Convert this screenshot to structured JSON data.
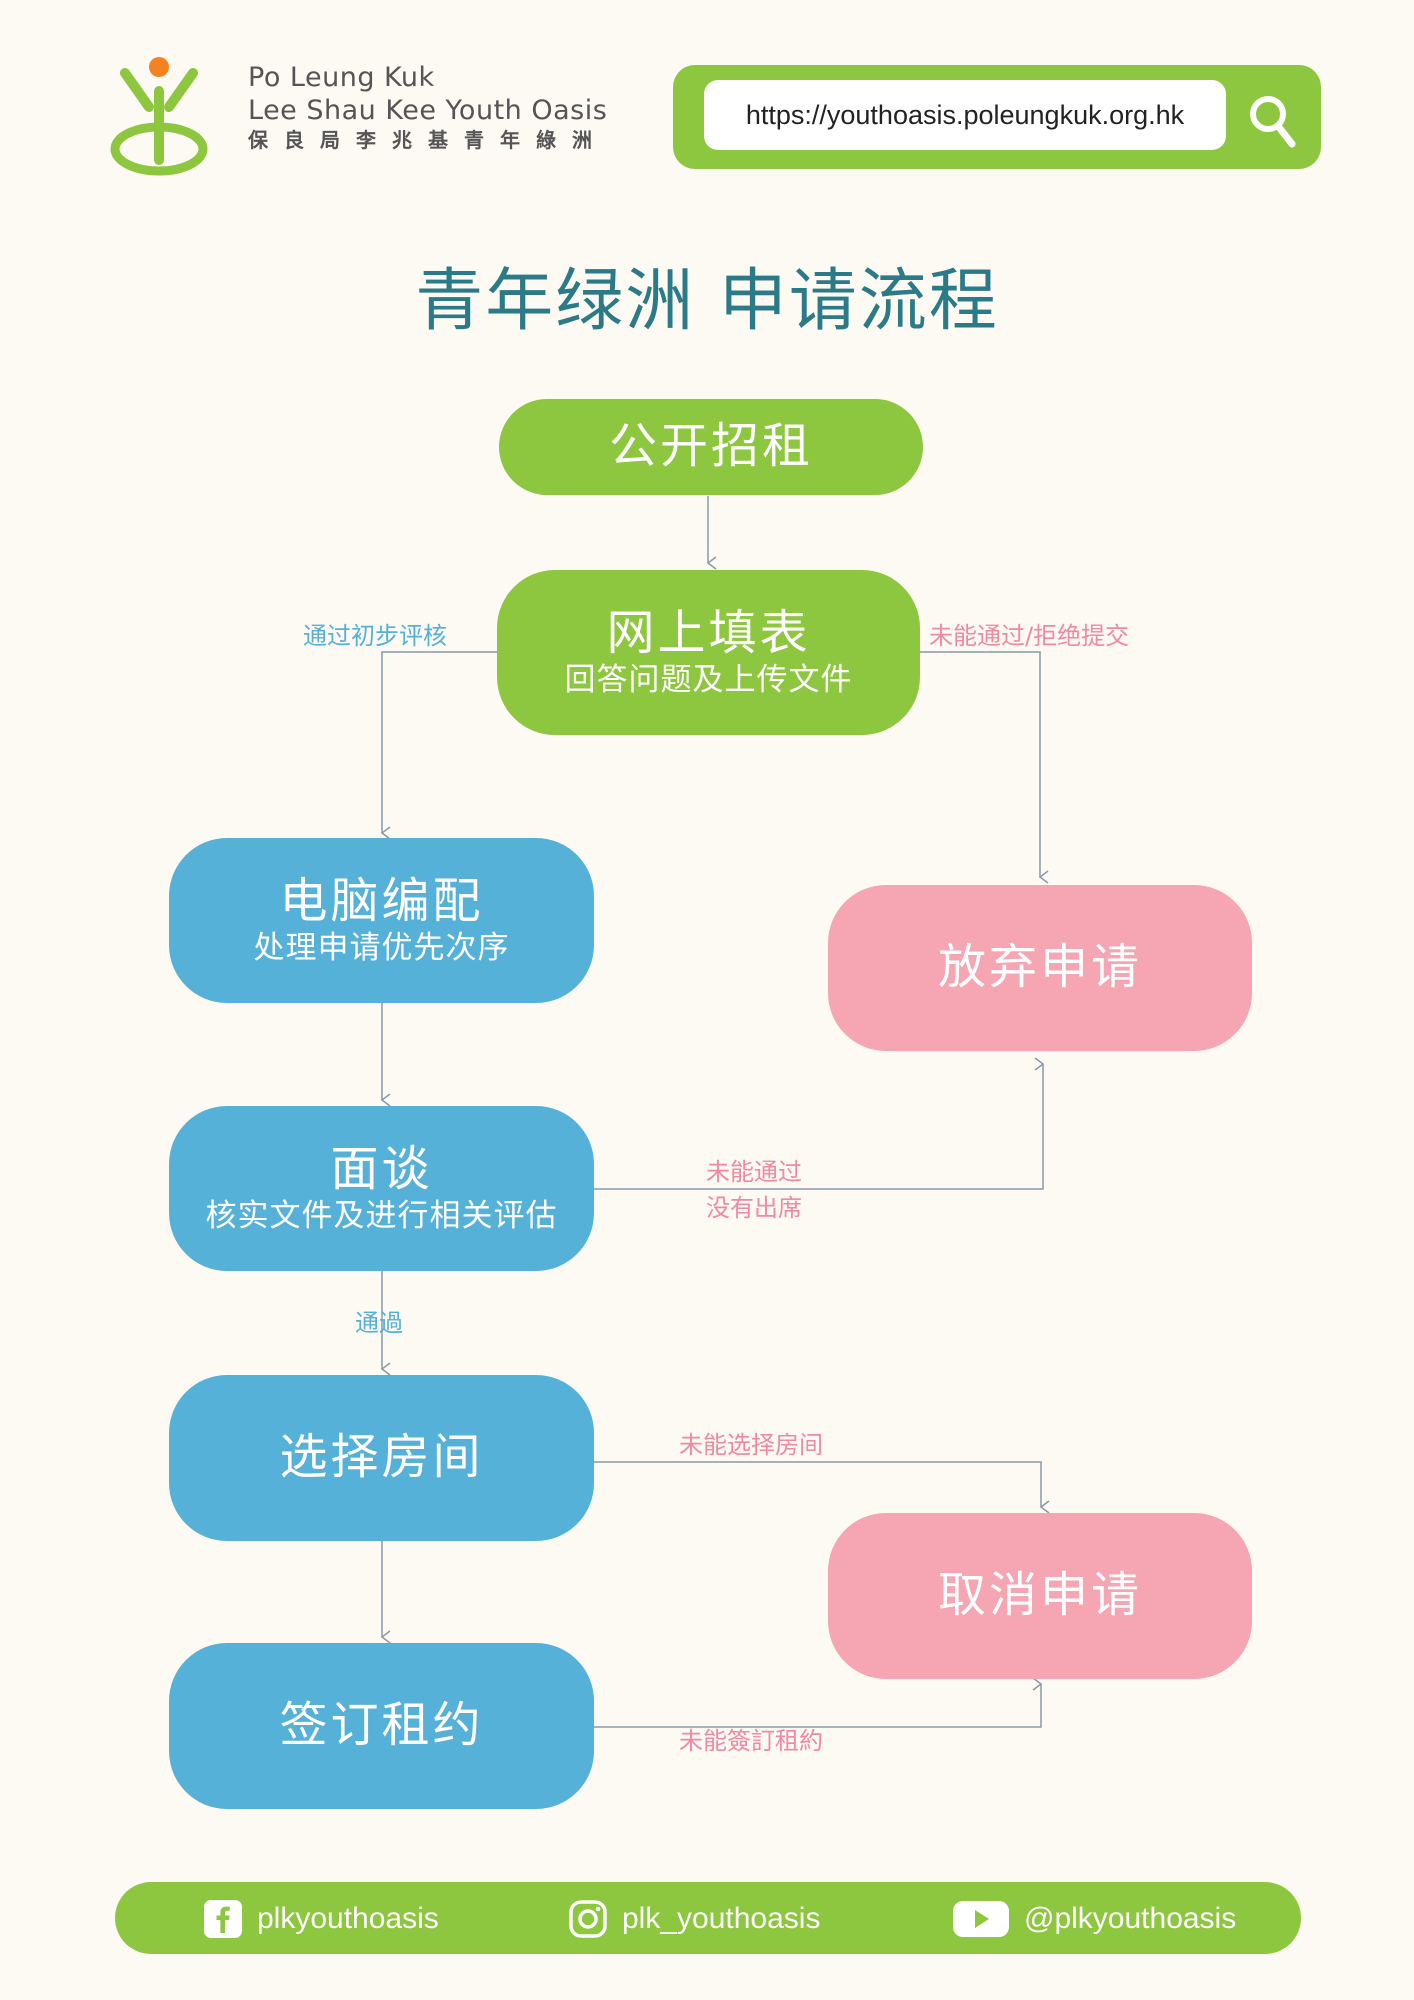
{
  "header": {
    "org_en_1": "Po Leung Kuk",
    "org_en_2": "Lee Shau Kee Youth Oasis",
    "org_cn": "保良局李兆基青年綠洲",
    "url": "https://youthoasis.poleungkuk.org.hk",
    "search_icon": "search-icon"
  },
  "title": "青年绿洲 申请流程",
  "nodes": {
    "open": {
      "title": "公开招租"
    },
    "online": {
      "title": "网上填表",
      "sub": "回答问题及上传文件"
    },
    "computer": {
      "title": "电脑编配",
      "sub": "处理申请优先次序"
    },
    "interview": {
      "title": "面谈",
      "sub": "核实文件及进行相关评估"
    },
    "room": {
      "title": "选择房间"
    },
    "lease": {
      "title": "签订租约"
    },
    "abandon": {
      "title": "放弃申请"
    },
    "cancel": {
      "title": "取消申请"
    }
  },
  "edges": {
    "pass_initial": "通过初步评核",
    "fail_reject": "未能通过/拒绝提交",
    "fail_interview_1": "未能通过",
    "fail_interview_2": "没有出席",
    "pass": "通過",
    "fail_room": "未能选择房间",
    "fail_lease": "未能簽訂租約"
  },
  "colors": {
    "green": "#8dc63f",
    "blue": "#56b1d8",
    "pink": "#f6a5b2",
    "title": "#2b7a87",
    "background": "#fdf9f3"
  },
  "footer": {
    "facebook": "plkyouthoasis",
    "instagram": "plk_youthoasis",
    "youtube": "@plkyouthoasis"
  }
}
